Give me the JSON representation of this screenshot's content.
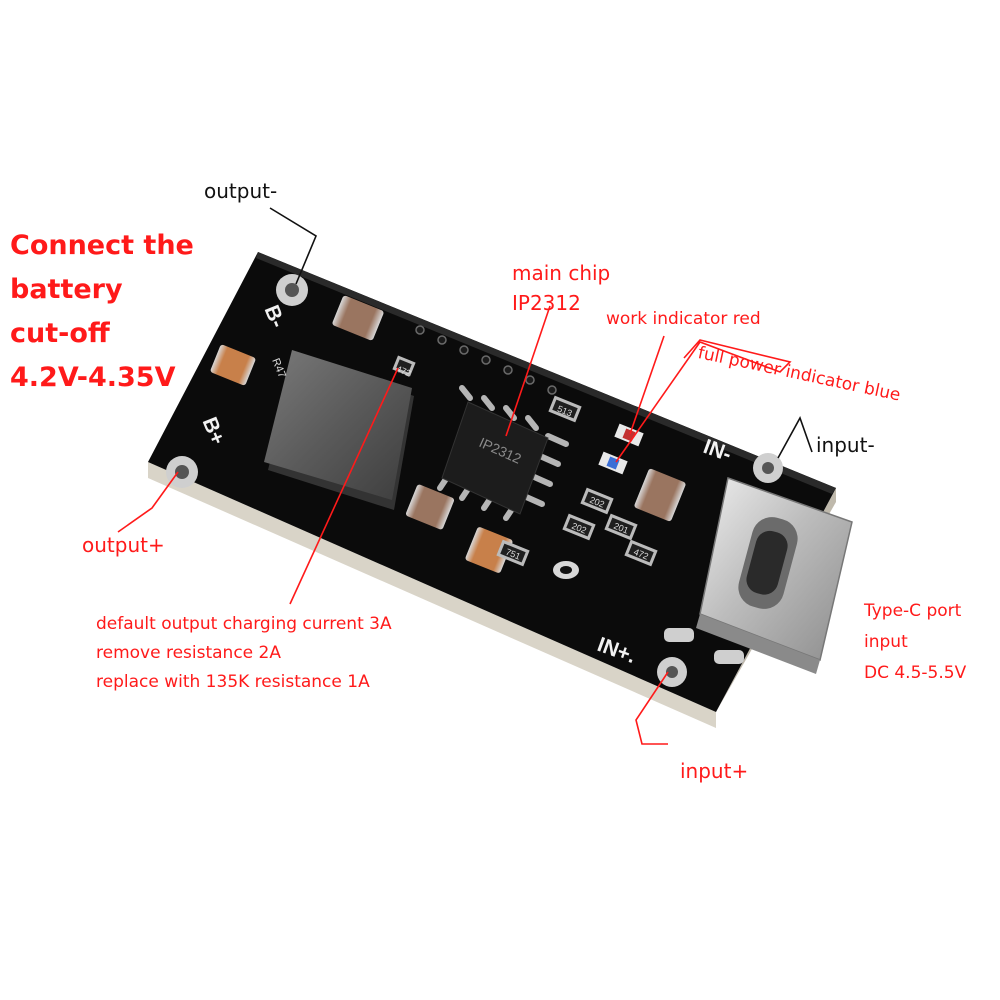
{
  "colors": {
    "annotation_red": "#ff1a1a",
    "annotation_black": "#111111",
    "pcb": "#0b0b0b",
    "pcb_edge": "#d9d4c8",
    "usb_metal": "#c9c9c9"
  },
  "annotations": {
    "battery_note": [
      "Connect the",
      "battery",
      "cut-off",
      "4.2V-4.35V"
    ],
    "output_minus": "output-",
    "output_plus": "output+",
    "main_chip": [
      "main chip",
      "IP2312"
    ],
    "work_indicator": "work indicator red",
    "full_power_indicator": "full power indicator blue",
    "input_minus": "input-",
    "input_plus": "input+",
    "charging_current": [
      "default output charging current 3A",
      "remove resistance 2A",
      "replace with 135K resistance 1A"
    ],
    "type_c": [
      "Type-C port",
      "input",
      "DC 4.5-5.5V"
    ]
  },
  "board_silkscreen": {
    "b_minus": "B-",
    "b_plus": "B+",
    "in_minus": "IN-",
    "in_plus": "IN+.",
    "chip_marking": "IP2312",
    "inductor_mark": "R47",
    "res_r1": "513",
    "res_r2": "202",
    "res_r3": "202",
    "res_r4": "201",
    "res_r5": "751",
    "res_r6": "472",
    "res_r7": "472"
  }
}
